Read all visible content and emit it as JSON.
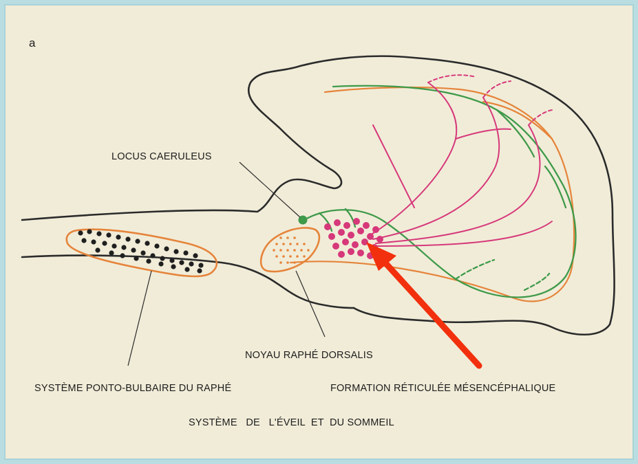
{
  "figure": {
    "panel_letter": "a",
    "caption": "SYSTÈME   DE   L'ÉVEIL  ET  DU SOMMEIL",
    "labels": {
      "locus_caeruleus": "LOCUS CAERULEUS",
      "noyau_raphe_dorsalis": "NOYAU RAPHÉ DORSALIS",
      "systeme_ponto_bulbaire": "SYSTÈME PONTO-BULBAIRE DU RAPHÉ",
      "formation_reticulee": "FORMATION RÉTICULÉE MÉSENCÉPHALIQUE"
    },
    "colors": {
      "outline": "#2b2b2b",
      "raphe_orange": "#e5843a",
      "locus_green": "#3f9a4a",
      "reticular_magenta": "#d6387a",
      "pointer_red": "#f2300d",
      "background": "#f1ecd8",
      "frame": "#b9dde0"
    }
  }
}
